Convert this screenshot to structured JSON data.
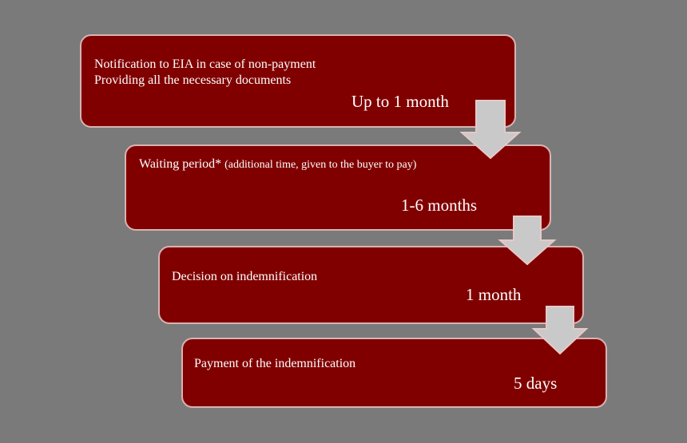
{
  "steps": [
    {
      "lines": [
        "Notification to EIA in case of non-payment",
        "Providing all the necessary documents"
      ],
      "duration": "Up to 1 month"
    },
    {
      "line_main": "Waiting period*",
      "line_note": "(additional time, given to the buyer to pay)",
      "duration": "1-6 months"
    },
    {
      "lines": [
        "Decision on indemnification"
      ],
      "duration": "1 month"
    },
    {
      "lines": [
        "Payment of the indemnification"
      ],
      "duration": "5 days"
    }
  ],
  "colors": {
    "background": "#7a7a7a",
    "box_fill": "#800000",
    "box_border": "#d9b3b3",
    "arrow_fill": "#c9c9c9",
    "arrow_stroke": "#e8c8c8",
    "text": "#ffffff"
  },
  "icons": [
    "down-arrow-icon",
    "down-arrow-icon",
    "down-arrow-icon"
  ]
}
